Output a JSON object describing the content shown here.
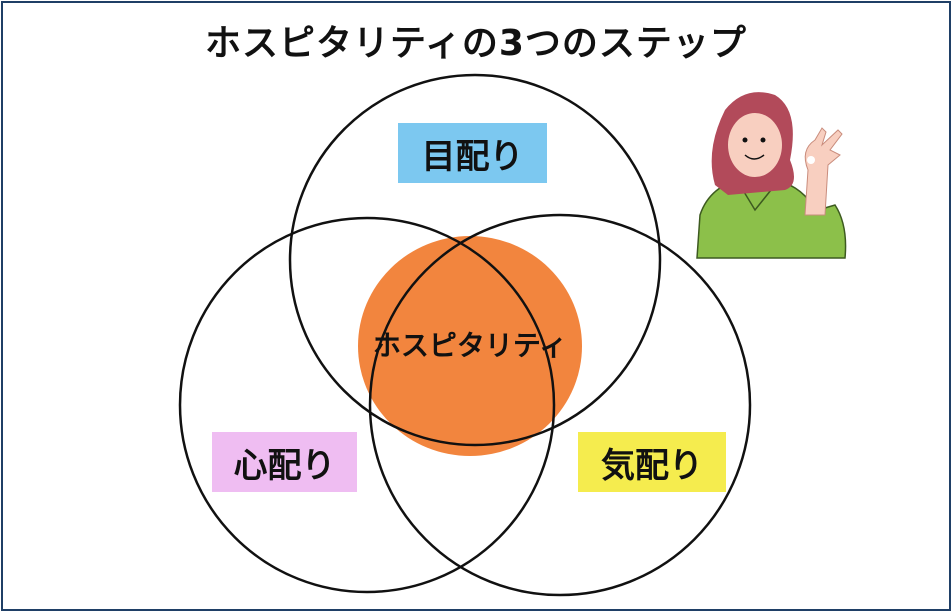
{
  "title": "ホスピタリティの3つのステップ",
  "center": {
    "label": "ホスピタリティ",
    "color": "#f2853e"
  },
  "circles": [
    {
      "label": "目配り",
      "color": "#7cc8f0"
    },
    {
      "label": "心配り",
      "color": "#efbdf2"
    },
    {
      "label": "気配り",
      "color": "#f5ec4e"
    }
  ],
  "illustration": {
    "icon": "woman-ok-gesture-icon"
  },
  "colors": {
    "border": "#1f3f66"
  }
}
